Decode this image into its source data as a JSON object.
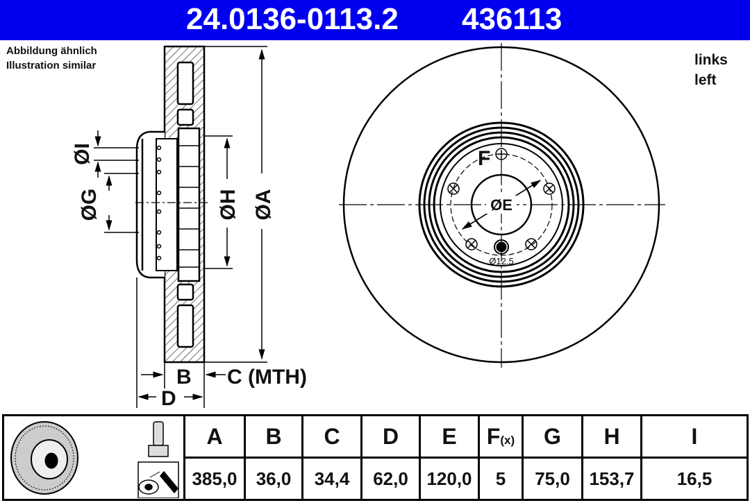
{
  "header": {
    "part_number": "24.0136-0113.2",
    "ref_number": "436113",
    "background_color": "#0000ee"
  },
  "note": {
    "line1": "Abbildung ähnlich",
    "line2": "Illustration similar"
  },
  "side": {
    "line1": "links",
    "line2": "left"
  },
  "drawing_labels": {
    "dia_i": "ØI",
    "dia_g": "ØG",
    "dia_h": "ØH",
    "dia_a": "ØA",
    "b": "B",
    "c": "C (MTH)",
    "d": "D",
    "f": "F",
    "dia_e": "ØE",
    "hole": "Ø12,5"
  },
  "table": {
    "icons": [
      "brake-disc-icon",
      "bolt-icon",
      "spray-icon"
    ],
    "columns": [
      {
        "header": "A",
        "value": "385,0"
      },
      {
        "header": "B",
        "value": "36,0"
      },
      {
        "header": "C",
        "value": "34,4"
      },
      {
        "header": "D",
        "value": "62,0"
      },
      {
        "header": "E",
        "value": "120,0"
      },
      {
        "header": "F",
        "header_suffix": "(x)",
        "value": "5"
      },
      {
        "header": "G",
        "value": "75,0"
      },
      {
        "header": "H",
        "value": "153,7"
      },
      {
        "header": "I",
        "value": "16,5"
      }
    ]
  }
}
